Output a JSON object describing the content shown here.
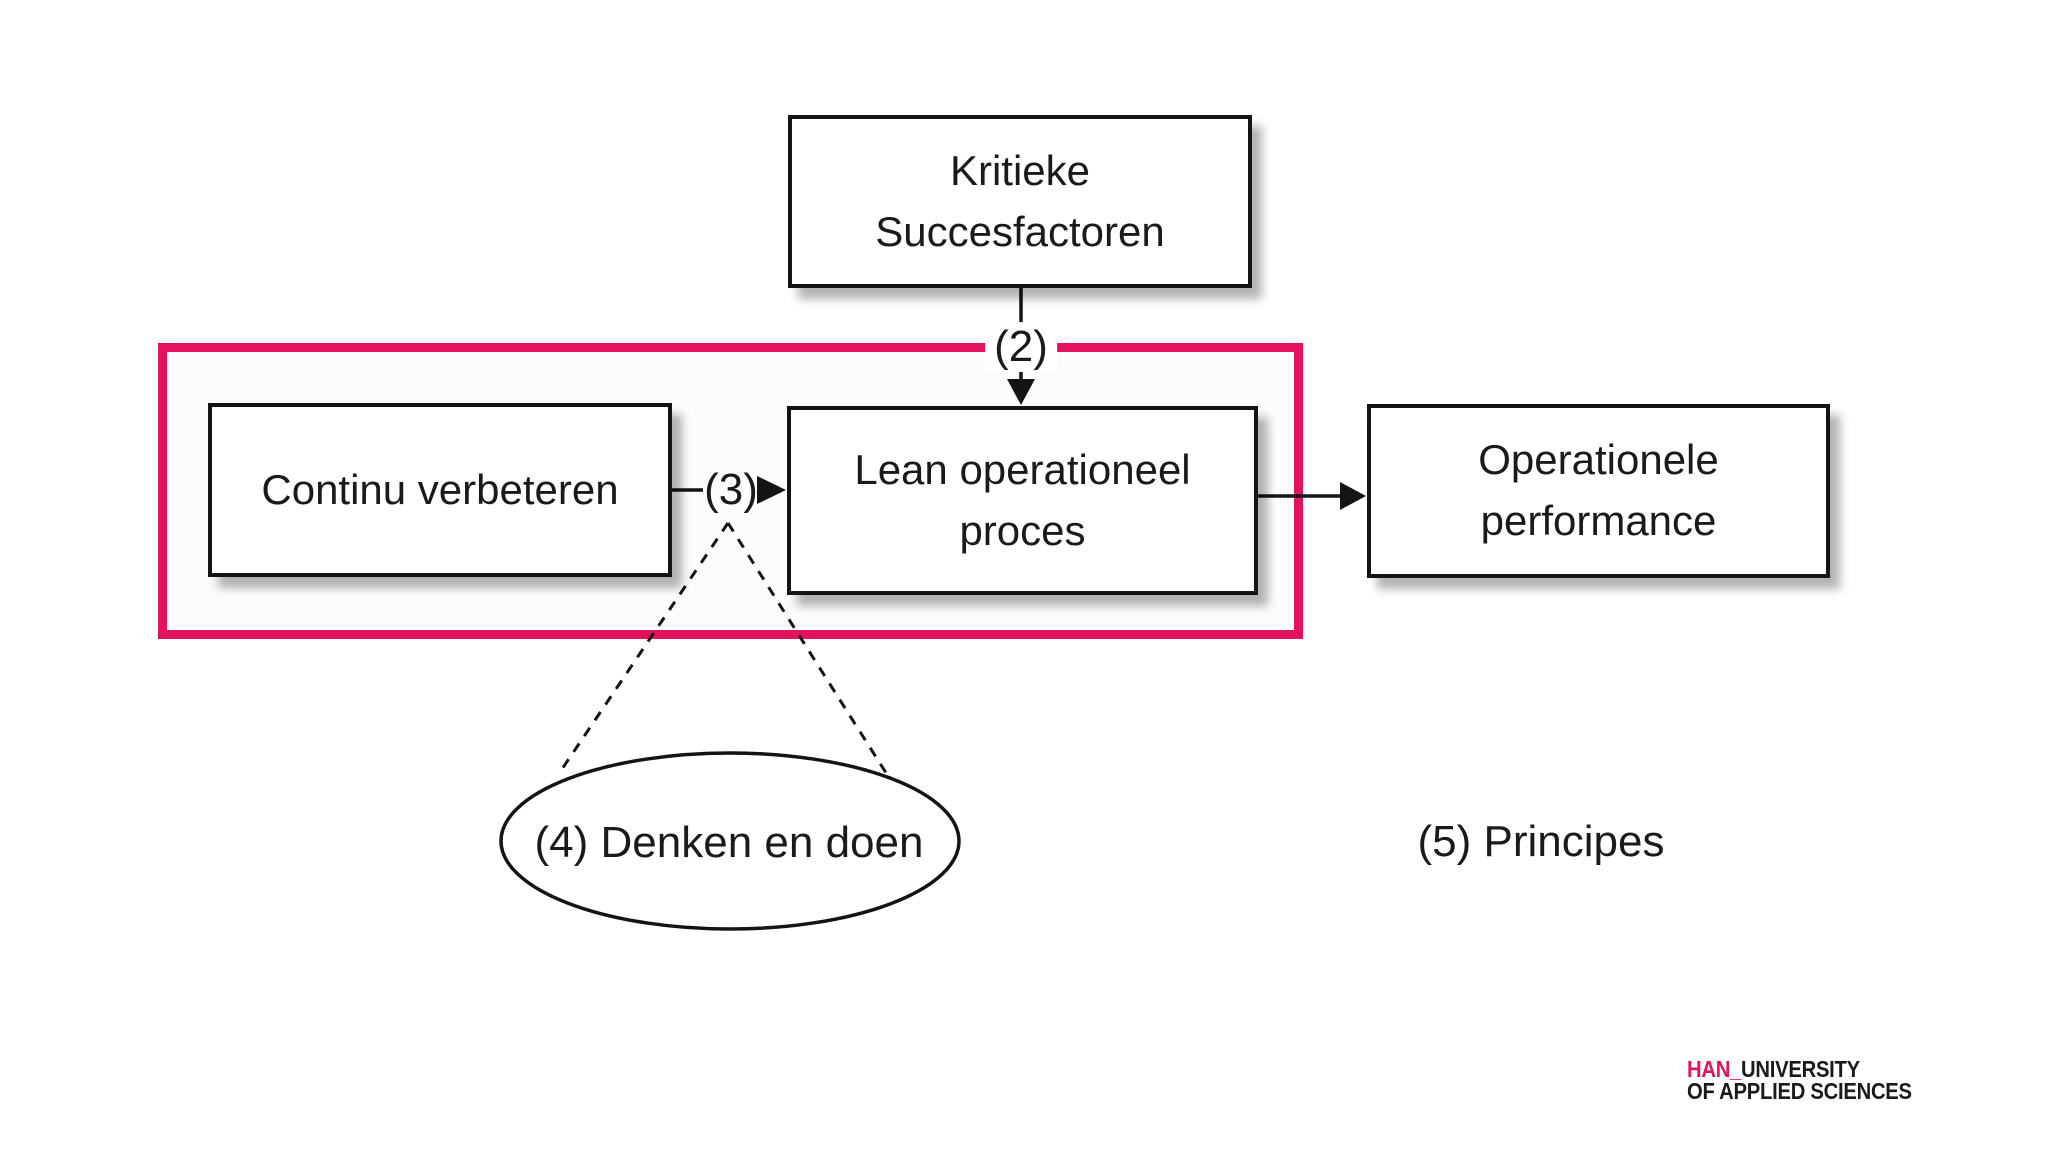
{
  "colors": {
    "accent_pink": "#E0135C",
    "ink": "#1a1a1a"
  },
  "nodes": {
    "critical_success_factors": "Kritieke\nSuccesfactoren",
    "continuous_improvement": "Continu verbeteren",
    "lean_operational_process": "Lean operationeel\nproces",
    "operational_performance": "Operationele\nperformance"
  },
  "connectors": {
    "csf_to_process_label": "(2)",
    "improvement_to_process_label": "(3)"
  },
  "annotations": {
    "think_and_do": "(4) Denken en doen",
    "principles": "(5) Principes"
  },
  "logo": {
    "brand": "HAN_",
    "line1": "UNIVERSITY",
    "line2": "OF APPLIED SCIENCES"
  }
}
